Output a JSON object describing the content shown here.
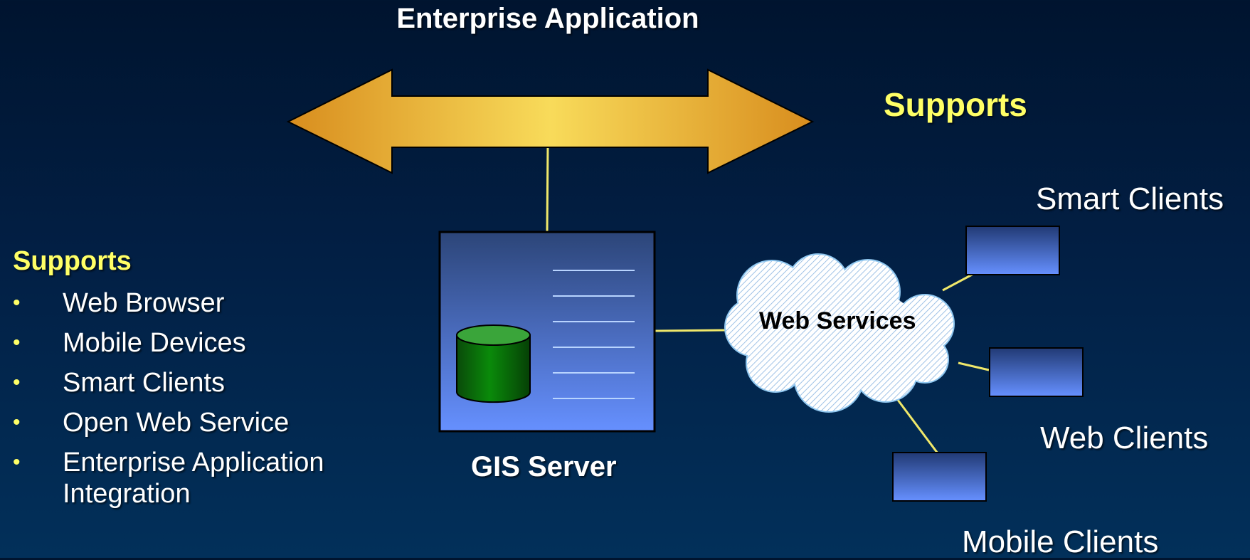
{
  "title": "Enterprise Application",
  "supports_right": "Supports",
  "left_panel": {
    "heading": "Supports",
    "items": [
      "Web Browser",
      "Mobile Devices",
      "Smart Clients",
      "Open Web Service",
      "Enterprise Application\nIntegration"
    ]
  },
  "server": {
    "label": "GIS Server",
    "icon": "database-cylinder-icon"
  },
  "cloud": {
    "label": "Web Services"
  },
  "clients": {
    "smart": "Smart Clients",
    "web": "Web Clients",
    "mobile": "Mobile Clients"
  },
  "colors": {
    "accent_yellow": "#ffff66",
    "connector": "#f0e86a",
    "arrow_mid": "#f8db5a",
    "arrow_edge": "#d88d1e",
    "box_blue": "#6690ff",
    "cylinder_green": "#0a7a0a"
  }
}
